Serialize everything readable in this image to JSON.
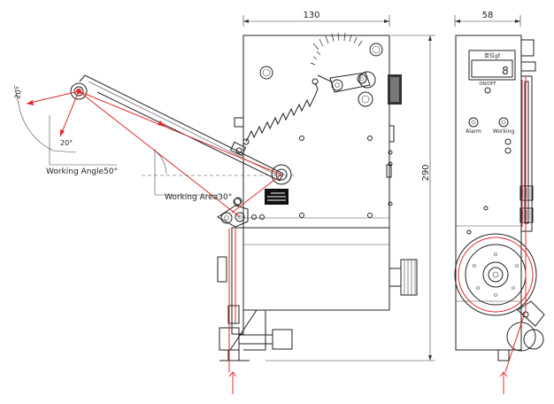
{
  "dimensions": {
    "front_width": "130",
    "side_width": "58",
    "height": "290"
  },
  "labels": {
    "working_angle": "Working Angle50°",
    "working_area": "Working Area30°",
    "angle_20_top": "20°",
    "angle_20_bottom": "20°",
    "on_off": "ON/OFF",
    "alarm": "Alarm",
    "working": "Working",
    "display_unit": "单位gf",
    "display_digit": "8"
  },
  "colors": {
    "line": "#222222",
    "wire": "#e0282b",
    "label_plate": "#111111"
  }
}
